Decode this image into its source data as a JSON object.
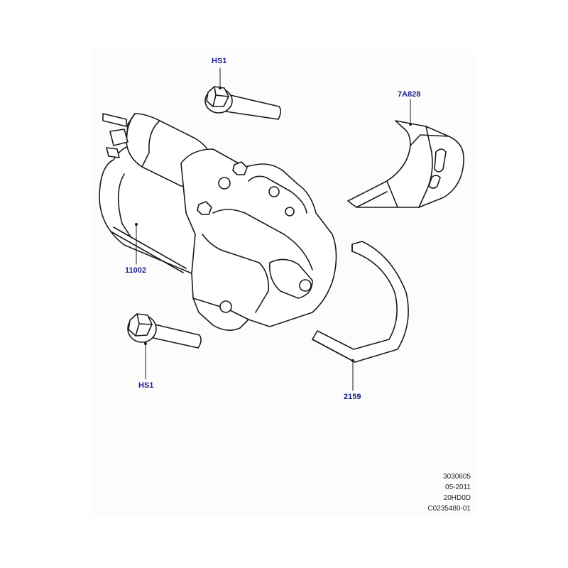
{
  "callouts": {
    "hs1_top": "HS1",
    "bracket": "7A828",
    "starter": "11002",
    "hs1_bottom": "HS1",
    "shield": "2159"
  },
  "footer": {
    "line1": "3030605",
    "line2": "05-2011",
    "line3": "20HD0D",
    "line4": "C0235480-01"
  },
  "colors": {
    "line": "#1a1a1a",
    "callout": "#1c1c8c",
    "sheet": "#fcfcfc"
  }
}
